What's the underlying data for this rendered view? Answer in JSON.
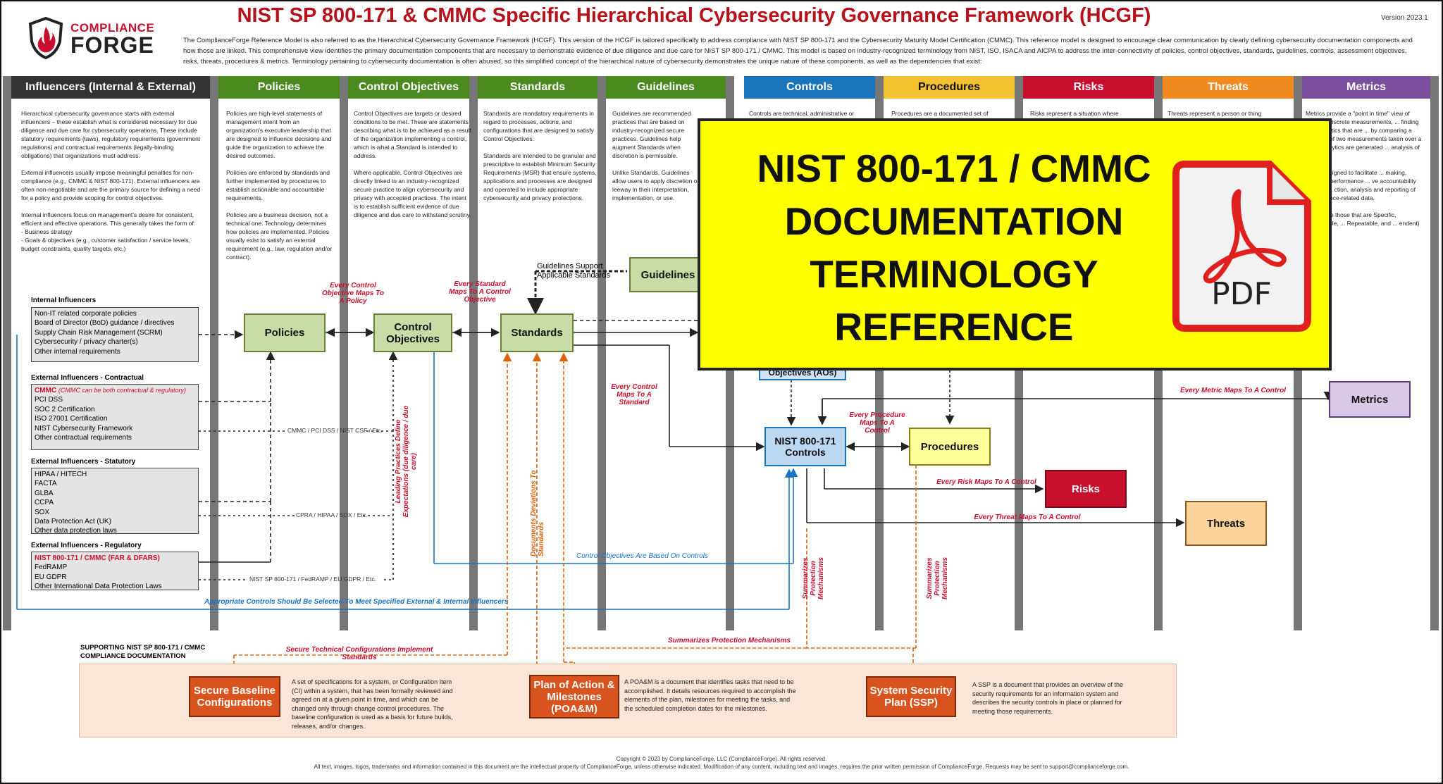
{
  "header": {
    "logo_line1": "COMPLIANCE",
    "logo_line2": "FORGE",
    "title": "NIST SP 800-171 & CMMC Specific Hierarchical Cybersecurity Governance Framework (HCGF)",
    "version": "Version 2023.1",
    "intro": "The ComplianceForge Reference Model is also referred to as the Hierarchical Cybersecurity Governance Framework (HCGF). This version of the HCGF is tailored specifically to address compliance with NIST SP 800-171 and the Cybersecurity Maturity Model Certification (CMMC). This reference model is designed to encourage clear communication by clearly defining cybersecurity documentation components and how those are linked. This comprehensive view identifies the primary documentation components that are necessary to demonstrate evidence of due diligence and due care for NIST SP 800-171 / CMMC. This model is based on industry-recognized terminology from NIST, ISO, ISACA and AICPA to address the inter-connectivity of policies, control objectives, standards, guidelines, controls, assessment objectives, risks, threats, procedures & metrics. Terminology pertaining to cybersecurity documentation is often abused, so this simplified concept of the hierarchical nature of cybersecurity demonstrates the unique nature of these components, as well as the dependencies that exist:"
  },
  "columns": [
    {
      "label": "Influencers (Internal & External)",
      "color": "#333333"
    },
    {
      "label": "Policies",
      "color": "#4a8a1f"
    },
    {
      "label": "Control Objectives",
      "color": "#4a8a1f"
    },
    {
      "label": "Standards",
      "color": "#4a8a1f"
    },
    {
      "label": "Guidelines",
      "color": "#4a8a1f"
    },
    {
      "label": "Controls",
      "color": "#1b75bb"
    },
    {
      "label": "Procedures",
      "color": "#f2c130"
    },
    {
      "label": "Risks",
      "color": "#c8102e"
    },
    {
      "label": "Threats",
      "color": "#f28a22"
    },
    {
      "label": "Metrics",
      "color": "#7a4f9e"
    }
  ],
  "descriptions": {
    "influencers": "Hierarchical cybersecurity governance starts with external influencers – these establish what is considered necessary for due diligence and due care for cybersecurity operations. These include statutory requirements (laws), regulatory requirements (government regulations) and contractual requirements (legally-binding obligations) that organizations must address.\n\nExternal influencers usually impose meaningful penalties for non-compliance (e.g., CMMC & NIST 800-171). External influencers are often non-negotiable and are the primary source for defining a need for a policy and provide scoping for control objectives.\n\nInternal influencers focus on management's desire for consistent, efficient and effective operations. This generally takes the form of:\n - Business strategy\n - Goals & objectives (e.g., customer satisfaction / service levels, budget constraints, quality targets, etc.)",
    "policies": "Policies are high-level statements of management intent from an organization's executive leadership that are designed to influence decisions and guide the organization to achieve the desired outcomes.\n\nPolicies are enforced by standards and further implemented by procedures to establish actionable and accountable requirements.\n\nPolicies are a business decision, not a technical one. Technology determines how policies are implemented. Policies usually exist to satisfy an external requirement (e.g., law, regulation and/or contract).",
    "control_objectives": "Control Objectives are targets or desired conditions to be met. These are statements describing what is to be achieved as a result of the organization implementing a control, which is what a Standard is intended to address.\n\nWhere applicable, Control Objectives are directly linked to an industry-recognized secure practice to align cybersecurity and privacy with accepted practices. The intent is to establish sufficient evidence of due diligence and due care to withstand scrutiny.",
    "standards": "Standards are mandatory requirements in regard to processes, actions, and configurations that are designed to satisfy Control Objectives.\n\nStandards are intended to be granular and prescriptive to establish Minimum Security Requirements (MSR) that ensure systems, applications and processes are designed and operated to include appropriate cybersecurity and privacy protections.",
    "guidelines": "Guidelines are recommended practices that are based on industry-recognized secure practices. Guidelines help augment Standards when discretion is permissible.\n\nUnlike Standards, Guidelines allow users to apply discretion or leeway in their interpretation, implementation, or use.",
    "controls": "Controls are technical, administrative or",
    "procedures": "Procedures are a documented set of",
    "risks": "Risks represent a situation where",
    "threats": "Threats represent a person or thing",
    "metrics": "Metrics provide a \"point in time\" view of specific, discrete measurements, ... finding and analytics that are ... by comparing a baseline of two measurements taken over a time. Analytics are generated ... analysis of metrics.\n\n... are designed to facilitate ... making, evaluate performance ... ve accountability through ... ction, analysis and reporting of performance-related data.\n\n... trics are those that are Specific, Measurable, ... Repeatable, and ... endent)"
  },
  "influencers": {
    "internal_title": "Internal Influencers",
    "internal_items": [
      "Non-IT related corporate policies",
      "Board of Director (BoD) guidance / directives",
      "Supply Chain Risk Management (SCRM)",
      "Cybersecurity / privacy charter(s)",
      "Other internal requirements"
    ],
    "contractual_title": "External Influencers - Contractual",
    "contractual_highlight": "CMMC",
    "contractual_highlight_note": "(CMMC can be both contractual & regulatory)",
    "contractual_items": [
      "PCI DSS",
      "SOC 2 Certification",
      "ISO 27001 Certification",
      "NIST Cybersecurity Framework",
      "Other contractual requirements"
    ],
    "statutory_title": "External Influencers - Statutory",
    "statutory_items": [
      "HIPAA / HITECH",
      "FACTA",
      "GLBA",
      "CCPA",
      "SOX",
      "Data Protection Act (UK)",
      "Other data protection laws"
    ],
    "regulatory_title": "External Influencers - Regulatory",
    "regulatory_highlight": "NIST 800-171 / CMMC (FAR & DFARS)",
    "regulatory_items": [
      "FedRAMP",
      "EU GDPR",
      "Other International Data Protection Laws"
    ]
  },
  "diagram": {
    "policies_box": "Policies",
    "control_objectives_box": "Control Objectives",
    "standards_box": "Standards",
    "guidelines_box": "Guidelines",
    "aos_box": "Objectives (AOs)",
    "controls_box": "NIST 800-171 Controls",
    "procedures_box": "Procedures",
    "risks_box": "Risks",
    "threats_box": "Threats",
    "metrics_box": "Metrics",
    "guidelines_support": "Guidelines Support Applicable Standards",
    "note_co_policy": "Every Control Objective Maps To A Policy",
    "note_std_co": "Every Standard Maps To A Control Objective",
    "note_ctrl_std": "Every Control Maps To A Standard",
    "note_proc_ctrl": "Every Procedure Maps To A Control",
    "note_metric_ctrl": "Every Metric Maps To A Control",
    "note_risk_ctrl": "Every Risk Maps To A Control",
    "note_threat_ctrl": "Every Threat Maps To A Control",
    "note_leading": "Leading Practices Define Expectations (due diligence / due care)",
    "note_deviations": "Documents Deviations To Standards",
    "note_co_based": "Control Objectives Are Based On Controls",
    "note_appropriate": "Appropriate Controls Should Be Selected To Meet Specified External & Internal Influencers",
    "note_summ1": "Summarizes Protection Mechanisms",
    "note_summ2": "Summarizes Protection Mechanisms",
    "note_summ3": "Summarizes Protection Mechanisms",
    "note_secure_tech": "Secure Technical Configurations Implement Standards",
    "map_contractual": "CMMC / PCI DSS / NIST CSF / Etc.",
    "map_statutory": "CPRA / HIPAA / SOX / Etc.",
    "map_regulatory": "NIST SP 800-171 / FedRAMP / EU GDPR / Etc."
  },
  "supporting": {
    "title": "SUPPORTING NIST SP 800-171 / CMMC COMPLIANCE DOCUMENTATION",
    "scb_box": "Secure Baseline Configurations",
    "scb_desc": "A set of specifications for a system, or Configuration Item (CI) within a system, that has been formally reviewed and agreed on at a given point in time, and which can be changed only through change control procedures. The baseline configuration is used as a basis for future builds, releases, and/or changes.",
    "poam_box": "Plan of Action & Milestones (POA&M)",
    "poam_desc": "A POA&M is a document that identifies tasks that need to be accomplished. It details resources required to accomplish the elements of the plan, milestones for meeting the tasks, and the scheduled completion dates for the milestones.",
    "ssp_box": "System Security Plan (SSP)",
    "ssp_desc": "A SSP is a document that provides an overview of the security requirements for an information system and describes the security controls in place or planned for meeting those requirements."
  },
  "banner": {
    "line1": "NIST 800-171 / CMMC",
    "line2": "DOCUMENTATION",
    "line3": "TERMINOLOGY",
    "line4": "REFERENCE",
    "pdf_label": "PDF"
  },
  "footer": {
    "copyright": "Copyright © 2023 by ComplianceForge, LLC (ComplianceForge). All rights reserved.",
    "rights": "All text, images, logos, trademarks and information contained in this document are the intellectual property of ComplianceForge, unless otherwise indicated. Modification of any content, including text and images, requires the prior written permission of ComplianceForge. Requests may be sent to support@complianceforge.com."
  }
}
